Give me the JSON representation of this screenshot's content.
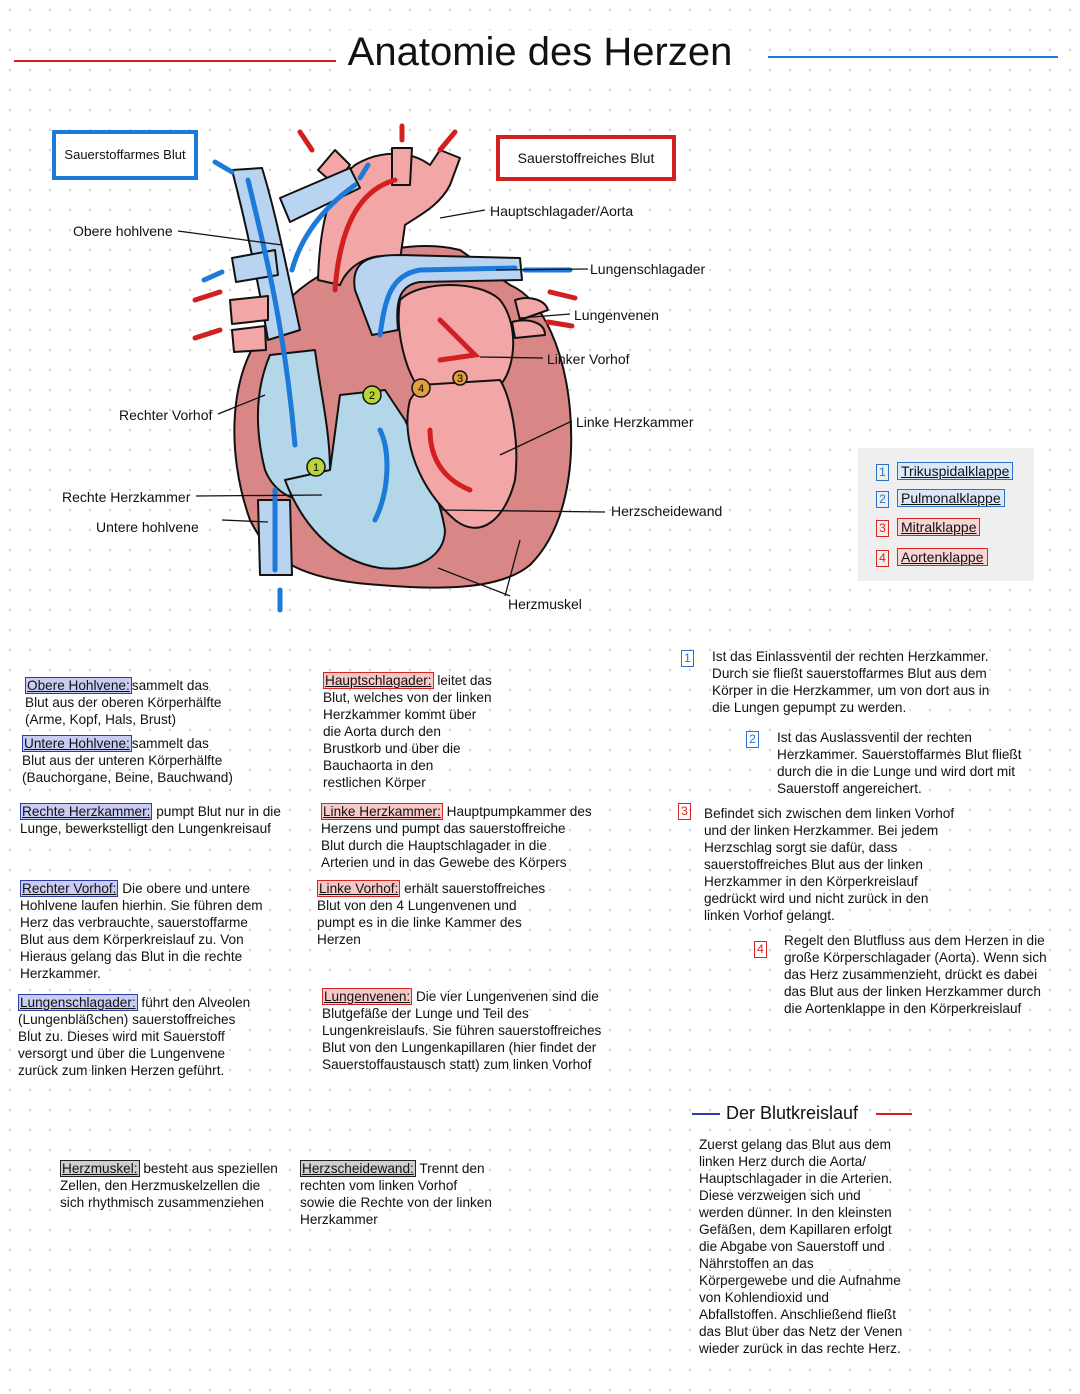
{
  "title": "Anatomie des Herzen",
  "colors": {
    "blue": "#1e7ad8",
    "red": "#d21f1f",
    "light_blue": "#b9d4f1",
    "light_red": "#f3a6a6",
    "muscle": "#d98686"
  },
  "boxes": {
    "oxygen_poor": "Sauerstoffarmes Blut",
    "oxygen_rich": "Sauerstoffreiches Blut"
  },
  "labels": {
    "aorta": "Hauptschlagader/Aorta",
    "obere": "Obere hohlvene",
    "lungenschlagader": "Lungenschlagader",
    "lungenvenen": "Lungenvenen",
    "linker_vorhof": "Linker Vorhof",
    "rechter_vorhof": "Rechter Vorhof",
    "linke_kammer": "Linke Herzkammer",
    "rechte_kammer": "Rechte Herzkammer",
    "untere": "Untere hohlvene",
    "scheidewand": "Herzscheidewand",
    "muskel": "Herzmuskel"
  },
  "legend": [
    {
      "num": "1",
      "name": "Trikuspidalklappe"
    },
    {
      "num": "2",
      "name": "Pulmonalklappe"
    },
    {
      "num": "3",
      "name": "Mitralklappe"
    },
    {
      "num": "4",
      "name": "Aortenklappe"
    }
  ],
  "notes": {
    "obere": {
      "term": "Obere Hohlvene:",
      "l1": "sammelt das",
      "l2": "Blut aus der oberen Körperhälfte",
      "l3": "(Arme, Kopf, Hals, Brust)"
    },
    "untere": {
      "term": "Untere Hohlvene:",
      "l1": "sammelt das",
      "l2": "Blut aus der unteren Körperhälfte",
      "l3": "(Bauchorgane, Beine, Bauchwand)"
    },
    "rechte_kammer": {
      "term": "Rechte Herzkammer:",
      "l1": " pumpt Blut nur in die",
      "l2": "Lunge, bewerkstelligt den Lungenkreisauf"
    },
    "rechter_vorhof": {
      "term": "Rechter Vorhof:",
      "l1": " Die obere und untere",
      "l2": "Hohlvene laufen hierhin. Sie führen dem",
      "l3": "Herz das verbrauchte, sauerstoffarme",
      "l4": "Blut aus dem Körperkreislauf zu. Von",
      "l5": "Hieraus gelang das Blut in die rechte",
      "l6": "Herzkammer."
    },
    "lungenschlagader": {
      "term": "Lungenschlagader:",
      "l1": " führt den Alveolen",
      "l2": "(Lungenbläßchen) sauerstoffreiches",
      "l3": "Blut zu. Dieses wird mit Sauerstoff",
      "l4": "versorgt und  über die Lungenvene",
      "l5": "zurück zum linken Herzen geführt."
    },
    "hauptschlagader": {
      "term": "Hauptschlagader:",
      "l1": " leitet das",
      "l2": "Blut, welches von der linken",
      "l3": "Herzkammer kommt über",
      "l4": "die Aorta durch den",
      "l5": "Brustkorb und über die",
      "l6": "Bauchaorta in den",
      "l7": "restlichen Körper"
    },
    "linke_kammer": {
      "term": "Linke Herzkammer:",
      "l1": " Hauptpumpkammer des",
      "l2": "Herzens und pumpt das sauerstoffreiche",
      "l3": "Blut durch die Hauptschlagader in die",
      "l4": "Arterien und in das Gewebe des Körpers"
    },
    "linker_vorhof": {
      "term": "Linke Vorhof:",
      "l1": " erhält sauerstoffreiches",
      "l2": "Blut von den 4 Lungenvenen und",
      "l3": "pumpt es in die linke Kammer des",
      "l4": "Herzen"
    },
    "lungenvenen": {
      "term": "Lungenvenen:",
      "l1": " Die vier Lungenvenen sind die",
      "l2": "Blutgefäße der Lunge und Teil des",
      "l3": "Lungenkreislaufs. Sie führen sauerstoffreiches",
      "l4": "Blut von den Lungenkapillaren (hier findet der",
      "l5": "Sauerstoffaustausch statt)  zum linken Vorhof"
    },
    "herzmuskel": {
      "term": "Herzmuskel:",
      "l1": " besteht aus speziellen",
      "l2": "Zellen, den Herzmuskelzellen die",
      "l3": "sich rhythmisch zusammenziehen"
    },
    "herzscheidewand": {
      "term": "Herzscheidewand:",
      "l1": " Trennt den",
      "l2": "rechten vom linken Vorhof",
      "l3": "sowie die Rechte von der linken",
      "l4": "Herzkammer"
    }
  },
  "valves": {
    "v1": {
      "num": "1",
      "l1": "Ist das Einlassventil der rechten Herzkammer.",
      "l2": "Durch sie fließt sauerstoffarmes Blut aus dem",
      "l3": "Körper in die Herzkammer, um von dort aus in",
      "l4": "die Lungen gepumpt zu werden."
    },
    "v2": {
      "num": "2",
      "l1": "Ist das Auslassventil der rechten",
      "l2": "Herzkammer. Sauerstoffarmes Blut fließt",
      "l3": "durch die in die Lunge und wird dort mit",
      "l4": "Sauerstoff angereichert."
    },
    "v3": {
      "num": "3",
      "l1": " Befindet sich zwischen dem linken Vorhof",
      "l2": "und der linken Herzkammer. Bei jedem",
      "l3": "Herzschlag sorgt sie dafür, dass",
      "l4": "sauerstoffreiches Blut aus der linken",
      "l5": "Herzkammer in den Körperkreislauf",
      "l6": "gedrückt wird und nicht zurück in den",
      "l7": "linken Vorhof gelangt."
    },
    "v4": {
      "num": "4",
      "l1": "Regelt den Blutfluss aus dem Herzen in die",
      "l2": "große Körperschlagader (Aorta). Wenn sich",
      "l3": "das Herz zusammenzieht, drückt es dabei",
      "l4": "das Blut aus der linken Herzkammer durch",
      "l5": "die Aortenklappe in den Körperkreislauf"
    }
  },
  "kreislauf": {
    "heading": "Der Blutkreislauf",
    "lines": [
      "Zuerst gelang das Blut aus dem",
      "linken Herz durch die Aorta/",
      "Hauptschlagader in die Arterien.",
      "Diese verzweigen sich und",
      "werden dünner. In den kleinsten",
      "Gefäßen, dem Kapillaren erfolgt",
      "die Abgabe von Sauerstoff und",
      "Nährstoffen an das",
      "Körpergewebe und die Aufnahme",
      "von Kohlendioxid und",
      "Abfallstoffen. Anschließend fließt",
      "das Blut über das Netz der Venen",
      "wieder zurück in das rechte Herz."
    ]
  }
}
